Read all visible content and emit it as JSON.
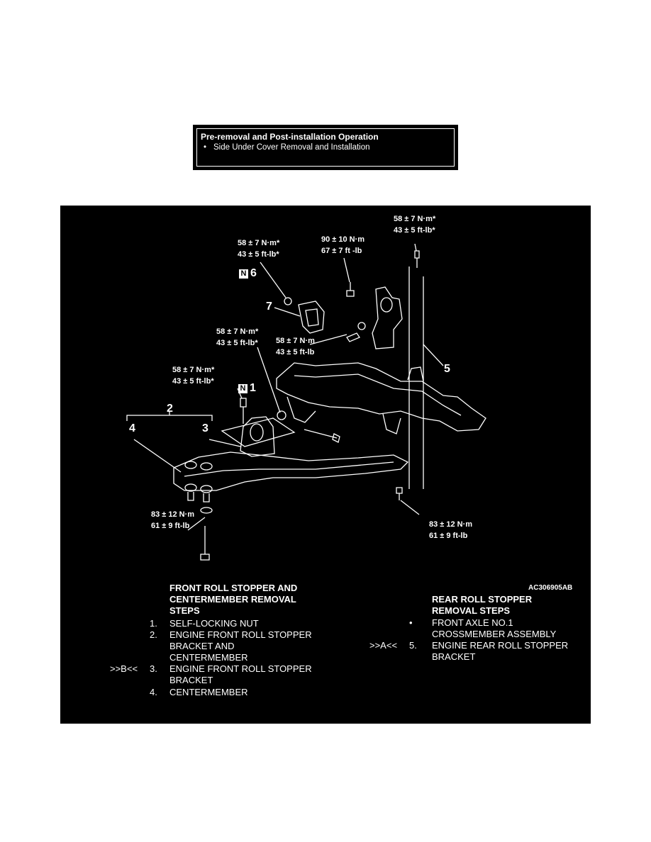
{
  "note": {
    "title": "Pre-removal and Post-installation Operation",
    "item": "Side Under Cover Removal and Installation"
  },
  "torque": {
    "t1": [
      "58 ± 7 N·m*",
      "43 ± 5 ft-lb*"
    ],
    "t2": [
      "90 ± 10 N·m",
      "67 ± 7 ft -lb"
    ],
    "t3": [
      "58 ± 7 N·m*",
      "43 ± 5 ft-lb*"
    ],
    "t4": [
      "58 ± 7 N·m*",
      "43 ± 5 ft-lb*"
    ],
    "t5": [
      "58 ± 7 N·m",
      "43 ± 5 ft-lb"
    ],
    "t6": [
      "58 ± 7 N·m*",
      "43 ± 5 ft-lb*"
    ],
    "t7": [
      "83 ± 12 N·m",
      "61 ± 9 ft-lb"
    ],
    "t8": [
      "83 ± 12 N·m",
      "61 ± 9 ft-lb"
    ]
  },
  "callouts": {
    "n_box": "N",
    "c1": "1",
    "c2": "2",
    "c3": "3",
    "c4": "4",
    "c5": "5",
    "c6": "6",
    "c7": "7"
  },
  "figure_code": "AC306905AB",
  "front": {
    "heading": [
      "FRONT ROLL STOPPER AND",
      "CENTERMEMBER REMOVAL",
      "STEPS"
    ],
    "steps": [
      {
        "mark": "",
        "num": "1.",
        "lines": [
          "SELF-LOCKING NUT"
        ]
      },
      {
        "mark": "",
        "num": "2.",
        "lines": [
          "ENGINE FRONT ROLL STOPPER",
          "BRACKET AND",
          "CENTERMEMBER"
        ]
      },
      {
        "mark": ">>B<<",
        "num": "3.",
        "lines": [
          "ENGINE FRONT ROLL STOPPER",
          "BRACKET"
        ]
      },
      {
        "mark": "",
        "num": "4.",
        "lines": [
          "CENTERMEMBER"
        ]
      }
    ]
  },
  "rear": {
    "heading": [
      "REAR ROLL STOPPER",
      "REMOVAL STEPS"
    ],
    "steps": [
      {
        "mark": "",
        "num": "•",
        "lines": [
          "FRONT AXLE NO.1",
          "CROSSMEMBER ASSEMBLY"
        ]
      },
      {
        "mark": ">>A<<",
        "num": "5.",
        "lines": [
          "ENGINE REAR ROLL STOPPER",
          "BRACKET"
        ]
      }
    ]
  }
}
